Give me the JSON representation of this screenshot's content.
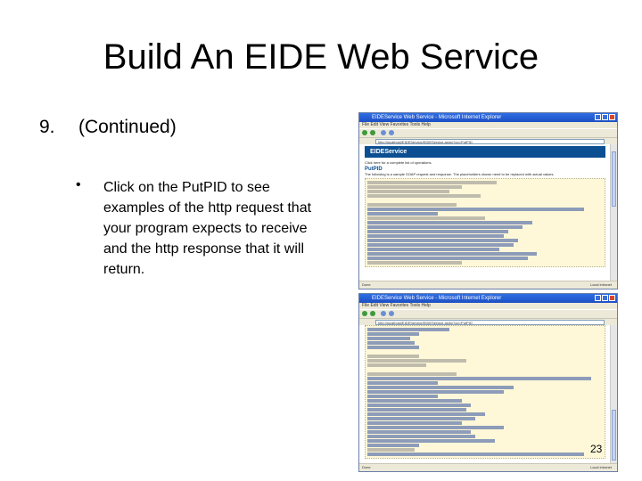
{
  "slide": {
    "title": "Build An EIDE Web Service",
    "step_number": "9.",
    "step_label": "(Continued)",
    "bullet_char": "•",
    "bullet_text": "Click on the PutPID to see examples of the http request that your program expects to receive and the http response that it will return.",
    "page_number": "23"
  },
  "browser1": {
    "title": "EIDEService Web Service - Microsoft Internet Explorer",
    "menu": "File  Edit  View  Favorites  Tools  Help",
    "address": "http://localhost/EIDEService/EIDEService.asmx?op=PutPID",
    "banner": "EIDEService",
    "text1": "Click here for a complete list of operations.",
    "heading": "PutPID",
    "text2": "The following is a sample SOAP request and response. The placeholders shown need to be replaced with actual values.",
    "status_left": "Done",
    "status_right": "Local intranet"
  },
  "browser2": {
    "title": "EIDEService Web Service - Microsoft Internet Explorer",
    "menu": "File  Edit  View  Favorites  Tools  Help",
    "address": "http://localhost/EIDEService/EIDEService.asmx?op=PutPID",
    "status_left": "Done",
    "status_right": "Local intranet"
  }
}
